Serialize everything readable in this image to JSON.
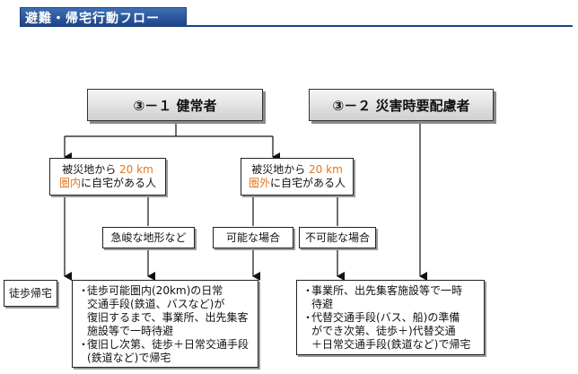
{
  "header": {
    "title": "避難・帰宅行動フロー"
  },
  "categories": {
    "healthy": "③－１ 健常者",
    "vulnerable": "③－２ 災害時要配慮者"
  },
  "conditions": {
    "inside": {
      "line1_a": "被災地から",
      "line1_b": "20 km",
      "line2_a": "圏内",
      "line2_b": "に自宅がある人"
    },
    "outside": {
      "line1_a": "被災地から",
      "line1_b": "20 km",
      "line2_a": "圏外",
      "line2_b": "に自宅がある人"
    }
  },
  "labels": {
    "terrain": "急峻な地形など",
    "possible": "可能な場合",
    "impossible": "不可能な場合"
  },
  "results": {
    "walk_home": "徒歩帰宅",
    "center_items": [
      [
        "徒歩可能圏内(20km)の日常",
        "交通手段(鉄道、バスなど)が",
        "復旧するまで、事業所、出先集客",
        "施設等で一時待避"
      ],
      [
        "復旧し次第、徒歩＋日常交通手段",
        "(鉄道など)で帰宅"
      ]
    ],
    "right_items": [
      [
        "事業所、出先集客施設等で一時",
        "待避"
      ],
      [
        "代替交通手段(バス、船)の準備",
        "ができ次第、徒歩＋)代替交通",
        "＋日常交通手段(鉄道など)で帰宅"
      ]
    ]
  },
  "colors": {
    "header_blue": "#1c4488",
    "accent_orange": "#e2761f"
  }
}
